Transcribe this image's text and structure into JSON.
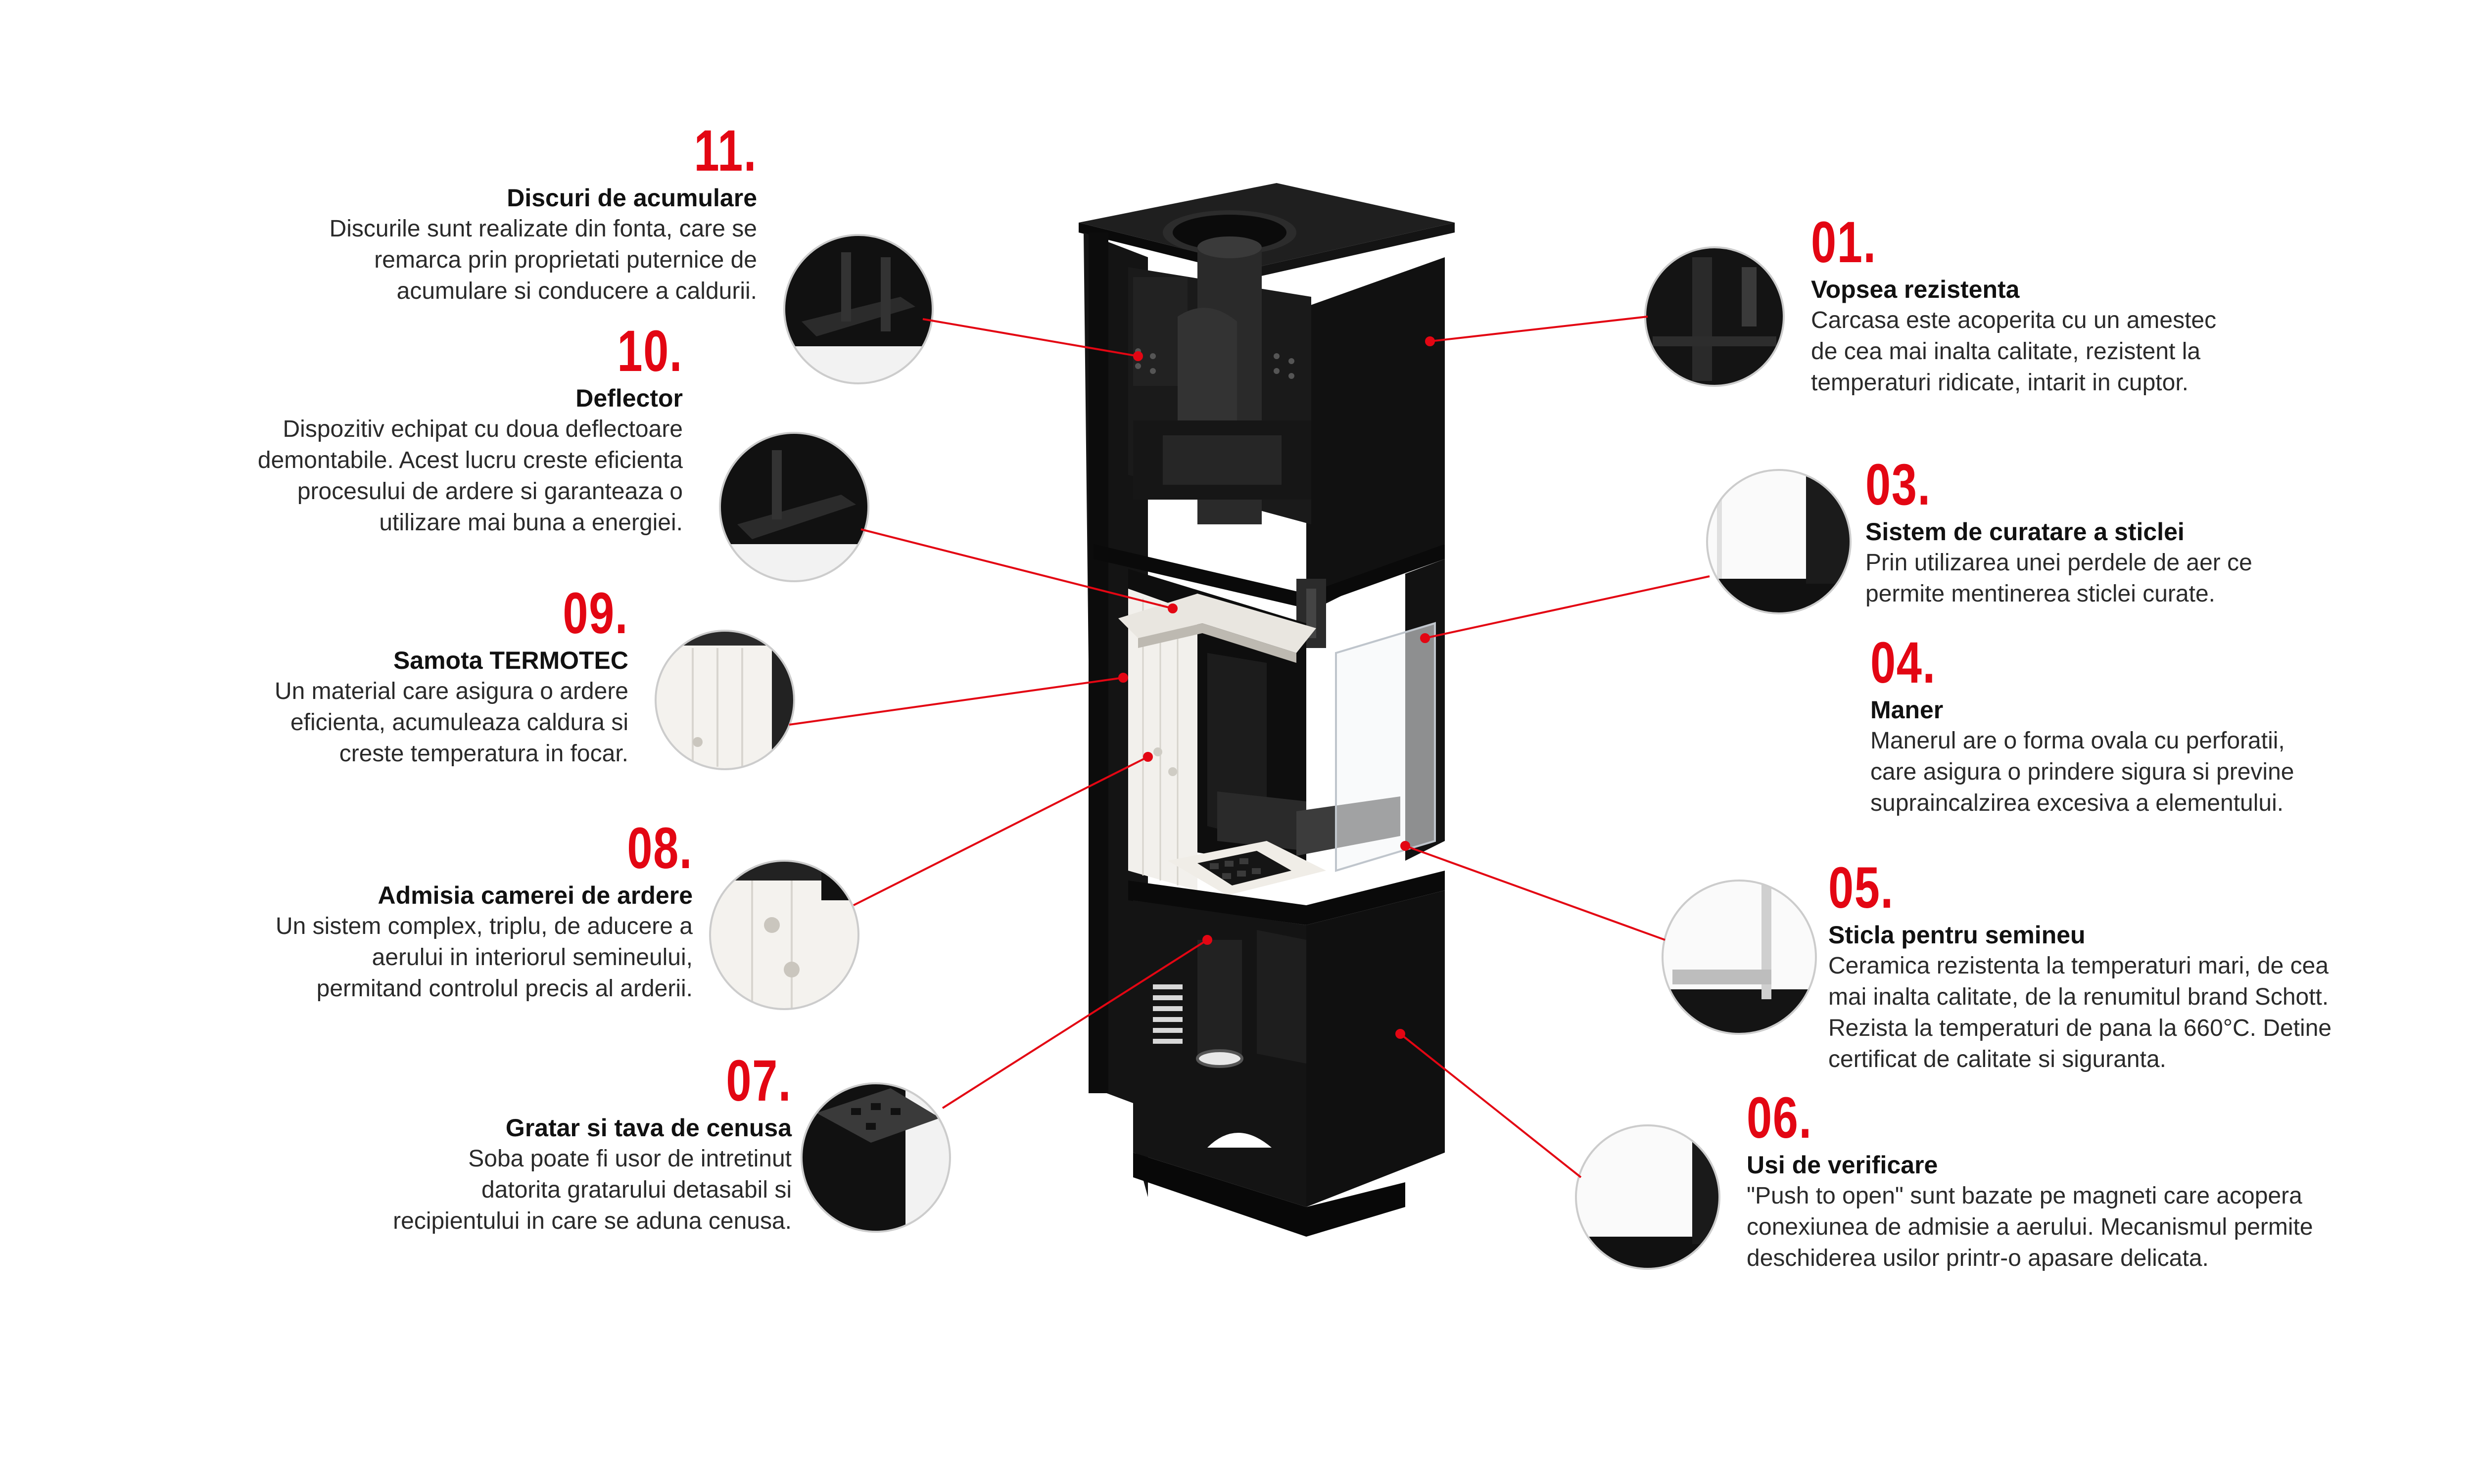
{
  "colors": {
    "accent_red": "#e30613",
    "stove_body": "#0d0d0d",
    "stove_panel": "#1c1c1c",
    "firebrick": "#f2f0ec"
  },
  "callouts": [
    {
      "id": "c11",
      "number": "11.",
      "title": "Discuri de acumulare",
      "lines": [
        "Discurile sunt realizate din fonta, care se",
        "remarca prin proprietati puternice de",
        "acumulare si conducere a caldurii."
      ]
    },
    {
      "id": "c10",
      "number": "10.",
      "title": "Deflector",
      "lines": [
        "Dispozitiv echipat cu doua deflectoare",
        "demontabile. Acest lucru creste eficienta",
        "procesului de ardere si garanteaza o",
        "utilizare mai buna a energiei."
      ]
    },
    {
      "id": "c09",
      "number": "09.",
      "title": "Samota TERMOTEC",
      "lines": [
        "Un material care asigura o ardere",
        "eficienta, acumuleaza caldura si",
        "creste temperatura in focar."
      ]
    },
    {
      "id": "c08",
      "number": "08.",
      "title": "Admisia camerei de ardere",
      "lines": [
        "Un sistem complex, triplu, de aducere a",
        "aerului in interiorul semineului,",
        "permitand controlul precis al arderii."
      ]
    },
    {
      "id": "c07",
      "number": "07.",
      "title": "Gratar si tava de cenusa",
      "lines": [
        "Soba poate fi usor de intretinut",
        "datorita gratarului detasabil si",
        "recipientului in care se aduna cenusa."
      ]
    },
    {
      "id": "c01",
      "number": "01.",
      "title": "Vopsea rezistenta",
      "lines": [
        "Carcasa este acoperita cu un amestec",
        "de cea mai inalta calitate, rezistent la",
        "temperaturi ridicate, intarit in cuptor."
      ]
    },
    {
      "id": "c03",
      "number": "03.",
      "title": "Sistem de curatare a sticlei",
      "lines": [
        "Prin utilizarea unei perdele de aer ce",
        "permite mentinerea sticlei curate."
      ]
    },
    {
      "id": "c04",
      "number": "04.",
      "title": "Maner",
      "lines": [
        "Manerul are o forma ovala cu perforatii,",
        "care asigura o prindere sigura si previne",
        "supraincalzirea excesiva a elementului."
      ]
    },
    {
      "id": "c05",
      "number": "05.",
      "title": "Sticla pentru semineu",
      "lines": [
        "Ceramica rezistenta la temperaturi mari, de cea",
        "mai inalta calitate, de la renumitul brand Schott.",
        "Rezista la temperaturi de pana la 660°C. Detine",
        "certificat de calitate si siguranta."
      ]
    },
    {
      "id": "c06",
      "number": "06.",
      "title": "Usi de verificare",
      "lines": [
        "\"Push to open\" sunt bazate pe magneti care acopera",
        "conexiunea de admisie a aerului. Mecanismul permite",
        "deschiderea usilor printr-o apasare delicata."
      ]
    }
  ]
}
